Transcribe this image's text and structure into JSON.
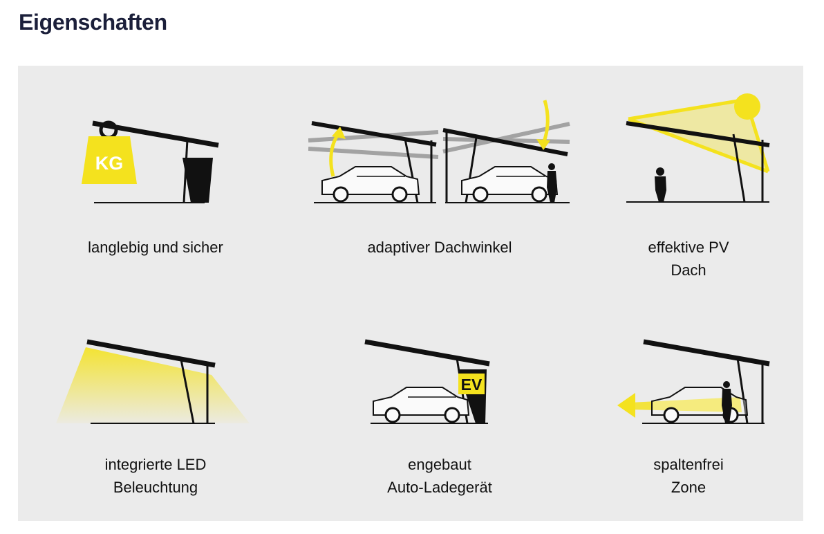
{
  "section": {
    "title": "Eigenschaften"
  },
  "colors": {
    "accent": "#f4e21e",
    "ink": "#111111",
    "panel": "#ebebeb",
    "title": "#1b1f3a"
  },
  "features": [
    {
      "label": "langlebig und sicher",
      "icon": "weight-kg-icon",
      "badge": "KG"
    },
    {
      "label": "adaptiver Dachwinkel",
      "icon": "adaptive-angle-icon"
    },
    {
      "label": "effektive PV\nDach",
      "icon": "solar-pv-icon"
    },
    {
      "label": "integrierte LED\nBeleuchtung",
      "icon": "led-light-icon"
    },
    {
      "label": "engebaut\nAuto-Ladegerät",
      "icon": "ev-charger-icon",
      "badge": "EV"
    },
    {
      "label": "spaltenfrei\nZone",
      "icon": "column-free-zone-icon"
    }
  ]
}
